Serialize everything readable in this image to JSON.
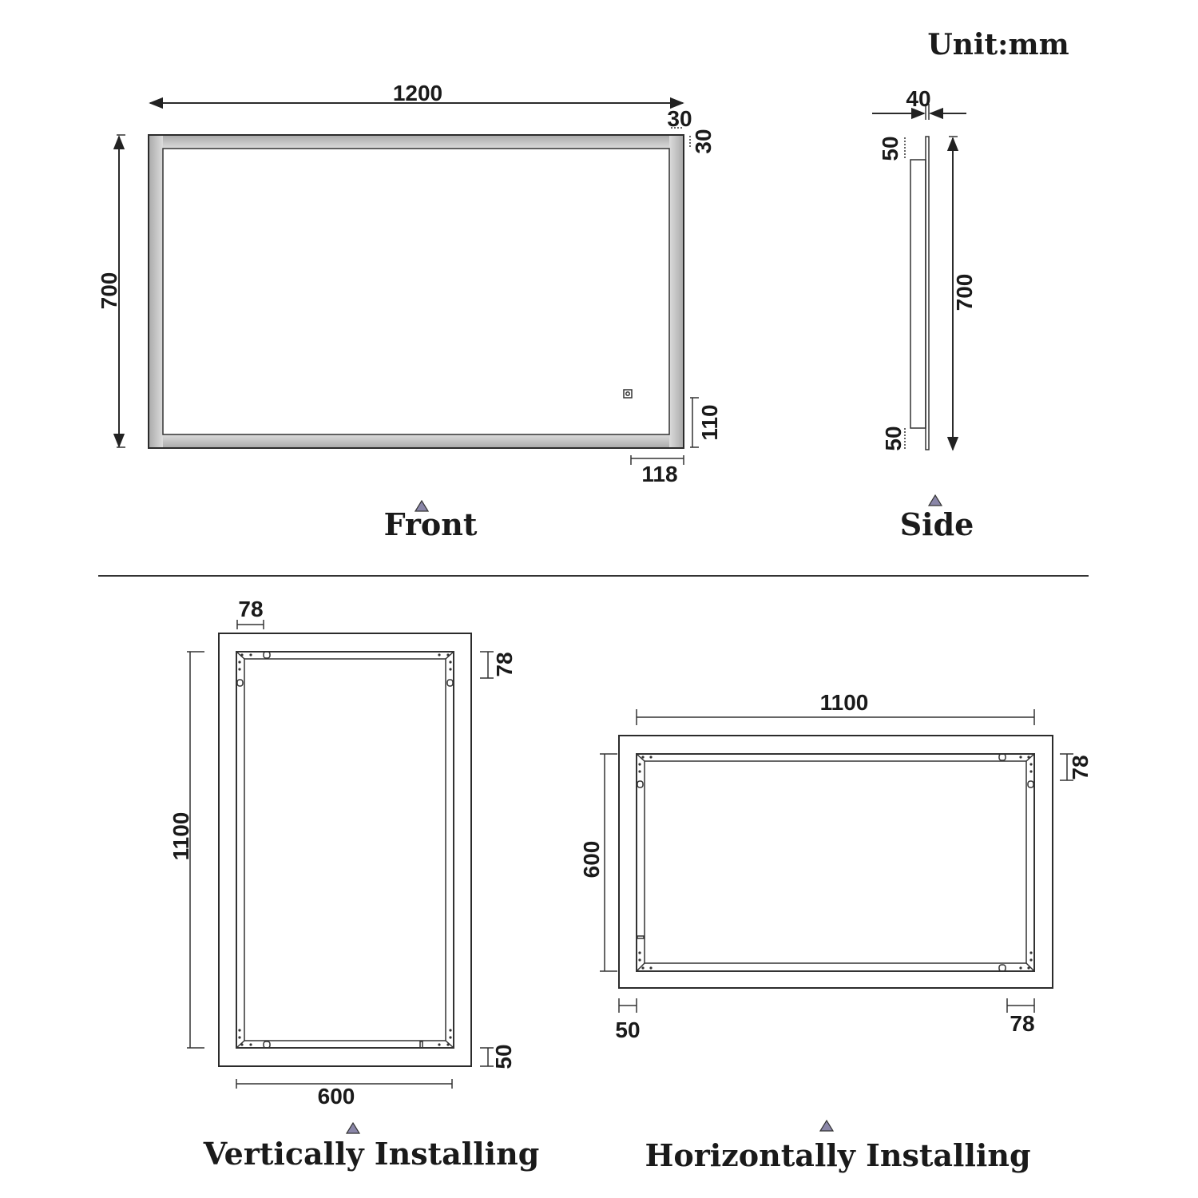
{
  "unit_label": "Unit:mm",
  "front": {
    "title": "Front",
    "width": "1200",
    "height": "700",
    "border_top": "30",
    "border_side": "30",
    "switch_offset_bottom": "110",
    "switch_offset_side": "118"
  },
  "side": {
    "title": "Side",
    "depth": "40",
    "height": "700",
    "top_offset": "50",
    "bottom_offset": "50"
  },
  "vertical": {
    "title": "Vertically Installing",
    "bracket_offset_left": "78",
    "bracket_offset_top": "78",
    "bracket_height": "1100",
    "bracket_width": "600",
    "bracket_offset_bottom": "50"
  },
  "horizontal": {
    "title": "Horizontally Installing",
    "bracket_width": "1100",
    "bracket_height": "600",
    "bracket_offset_right_top": "78",
    "bracket_offset_left": "50",
    "bracket_offset_right": "78"
  },
  "colors": {
    "line": "#2b2b2b",
    "led_band": "#b7b7b7",
    "marker": "#8a86a8"
  }
}
